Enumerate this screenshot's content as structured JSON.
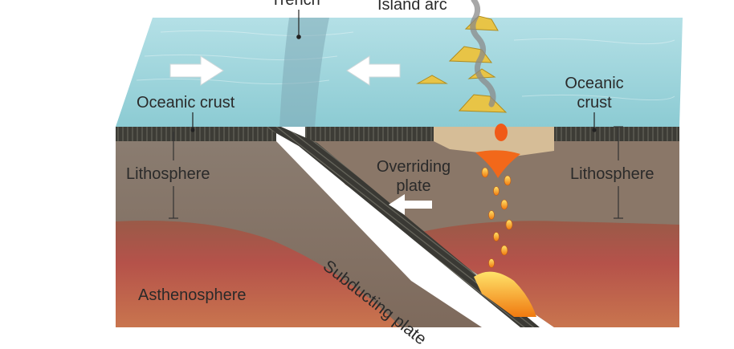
{
  "diagram": {
    "labels": {
      "trench": "Trench",
      "island_arc": "Island arc",
      "oceanic_crust_left": "Oceanic crust",
      "oceanic_crust_right": "Oceanic\ncrust",
      "lithosphere_left": "Lithosphere",
      "lithosphere_right": "Lithosphere",
      "overriding_plate": "Overriding\nplate",
      "subducting_plate": "Subducting plate",
      "asthenosphere": "Asthenosphere"
    },
    "colors": {
      "ocean_surface": "#9fd3da",
      "ocean_front": "#7fc2cc",
      "crust": "#3a3a34",
      "lithosphere": "#8c7a6a",
      "asthenosphere": "#b5524a",
      "magma": "#f7a21b",
      "volcano": "#e9c94a",
      "arrow": "#ffffff",
      "sediment": "#d9c3a0"
    }
  }
}
